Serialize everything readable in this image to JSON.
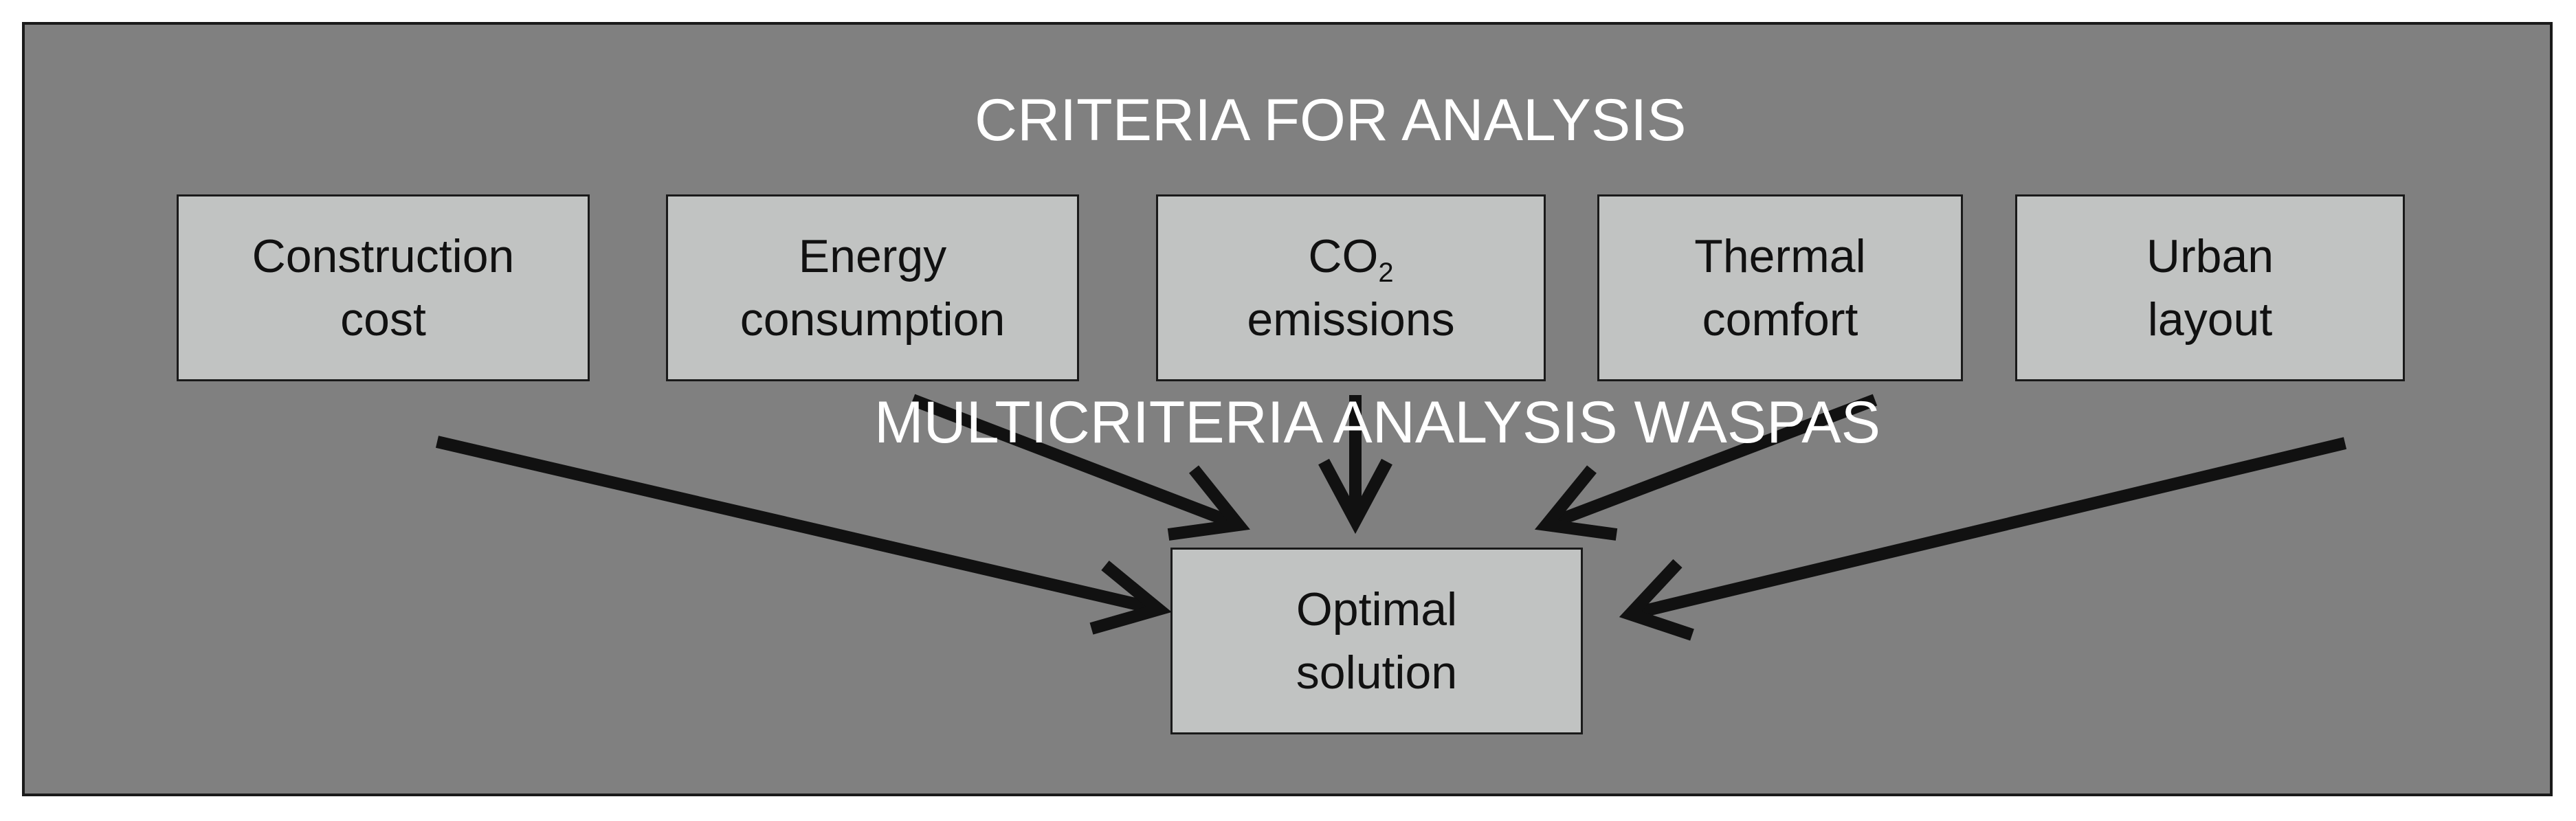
{
  "diagram": {
    "criteria_title": "CRITERIA FOR ANALYSIS",
    "method_title": "MULTICRITERIA ANALYSIS WASPAS",
    "criteria": [
      {
        "line1": "Construction",
        "line2": "cost"
      },
      {
        "line1": "Energy",
        "line2": "consumption"
      },
      {
        "line1": "CO",
        "line1_sub": "2",
        "line2": "emissions"
      },
      {
        "line1": "Thermal",
        "line2": "comfort"
      },
      {
        "line1": "Urban",
        "line2": "layout"
      }
    ],
    "result": {
      "line1": "Optimal",
      "line2": "solution"
    },
    "colors": {
      "background": "#808080",
      "box_fill": "#c1c3c2",
      "arrow": "#111111",
      "title_text": "#ffffff"
    }
  }
}
